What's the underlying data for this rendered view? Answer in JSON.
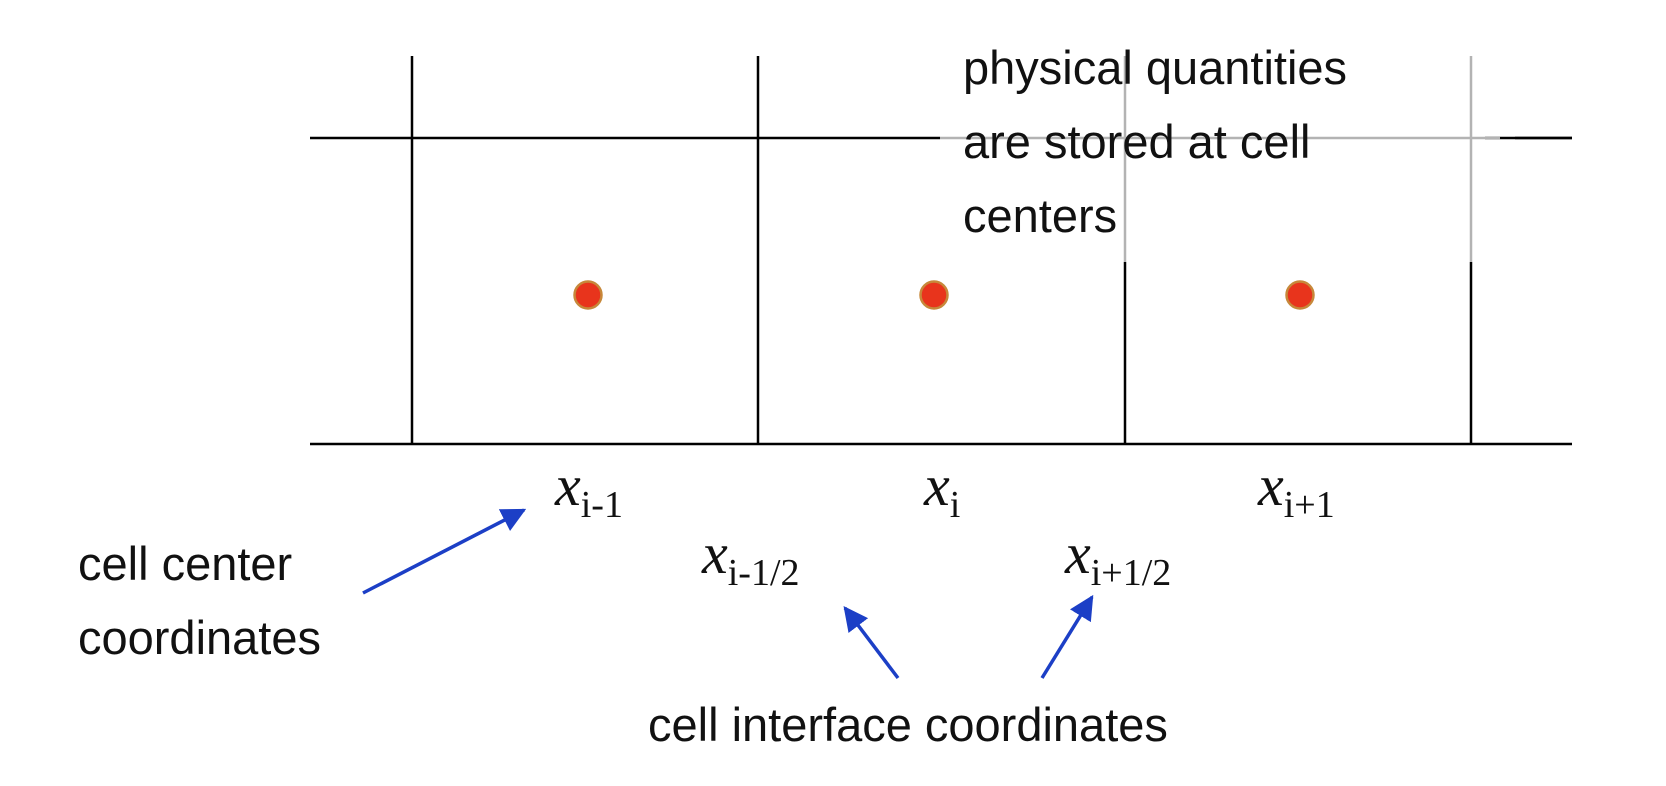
{
  "diagram": {
    "note_lines": [
      "physical quantities",
      "are stored at cell",
      "centers"
    ],
    "cell_centers": [
      {
        "var": "x",
        "sub": "i-1"
      },
      {
        "var": "x",
        "sub": "i"
      },
      {
        "var": "x",
        "sub": "i+1"
      }
    ],
    "cell_interfaces": [
      {
        "var": "x",
        "sub": "i-1/2"
      },
      {
        "var": "x",
        "sub": "i+1/2"
      }
    ],
    "center_label_lines": [
      "cell center",
      "coordinates"
    ],
    "interface_label": "cell interface coordinates"
  },
  "colors": {
    "grid": "#000000",
    "grid_faded": "#b3b3b3",
    "point_fill": "#e8341c",
    "point_stroke": "#c7883a",
    "arrow": "#1c3fc6"
  }
}
